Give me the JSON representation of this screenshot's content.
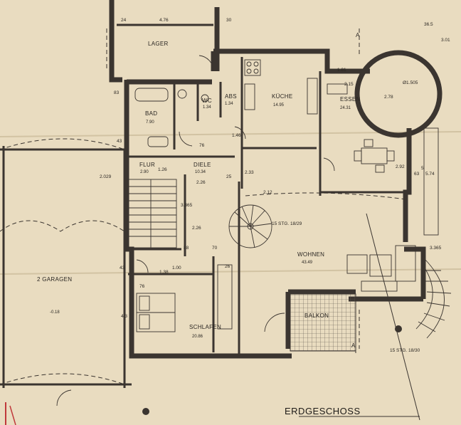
{
  "plan": {
    "title": "ERDGESCHOSS",
    "rooms": [
      {
        "id": "lager",
        "label": "LAGER",
        "area": ""
      },
      {
        "id": "bad",
        "label": "BAD",
        "area": "7.90"
      },
      {
        "id": "wc",
        "label": "WC",
        "area": "1.34"
      },
      {
        "id": "abs",
        "label": "ABS",
        "area": "1.34"
      },
      {
        "id": "kueche",
        "label": "KÜCHE",
        "area": "14.95"
      },
      {
        "id": "essen",
        "label": "ESSEN",
        "area": "24.31"
      },
      {
        "id": "flur",
        "label": "FLUR",
        "area": "2.90"
      },
      {
        "id": "diele",
        "label": "DIELE",
        "area": "10.34"
      },
      {
        "id": "garagen",
        "label": "2 GARAGEN",
        "area": "-0.18"
      },
      {
        "id": "wohnen",
        "label": "WOHNEN",
        "area": "43.49"
      },
      {
        "id": "schlafen",
        "label": "SCHLAFEN",
        "area": "20.86"
      },
      {
        "id": "balkon",
        "label": "BALKON",
        "area": ""
      }
    ],
    "stairs": [
      {
        "id": "inner",
        "label": "15 STG. 18/29"
      },
      {
        "id": "outer",
        "label": "15 STG. 18/30"
      }
    ],
    "dimensions": [
      "24",
      "4.76",
      "30",
      "1.81",
      "2.15",
      "2.78",
      "Ø1.505",
      "3.01",
      "36.5",
      "83",
      "43",
      "2.029",
      "1.26",
      "3.365",
      "2.26",
      "2.26",
      "25",
      "1.46",
      "2.33",
      "2.12",
      "2.92",
      "63",
      "5.74",
      "5",
      "3.365",
      "76",
      "1.00",
      "1.38",
      "88",
      "70",
      "26",
      "4.3",
      "43",
      "76"
    ],
    "section_markers": [
      "A",
      "A"
    ]
  }
}
